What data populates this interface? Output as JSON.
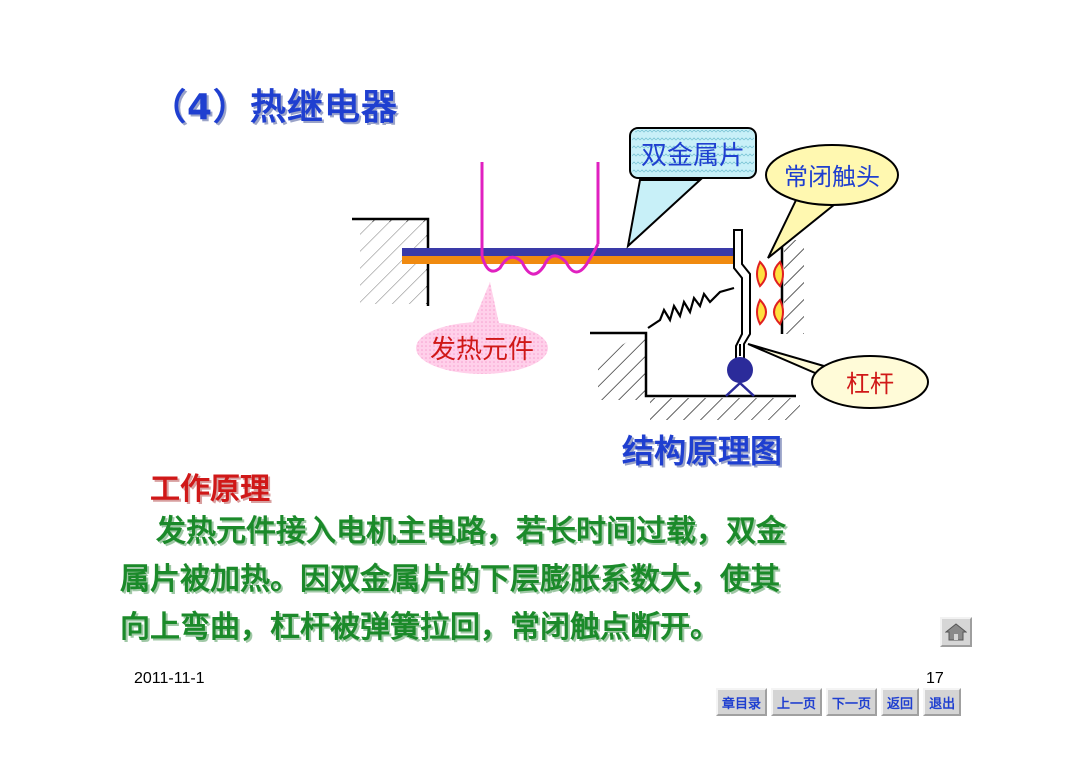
{
  "title": "（4）热继电器",
  "diagram": {
    "labels": {
      "bimetal": "双金属片",
      "nc_contact": "常闭触头",
      "heater": "发热元件",
      "lever": "杠杆"
    },
    "caption": "结构原理图"
  },
  "section_title": "工作原理",
  "body": [
    "发热元件接入电机主电路，若长时间过载，双金",
    "属片被加热。因双金属片的下层膨胀系数大，使其",
    "向上弯曲，杠杆被弹簧拉回，常闭触点断开。"
  ],
  "footer": {
    "date": "2011-11-1",
    "page": "17"
  },
  "nav": {
    "home_icon": "home-icon",
    "buttons": [
      "章目录",
      "上一页",
      "下一页",
      "返回",
      "退出"
    ]
  },
  "colors": {
    "title": "#1f3fd0",
    "section": "#d01818",
    "body": "#1b8a2a",
    "bimetal_top": "#3a3aa8",
    "bimetal_bottom": "#f08a10",
    "heater_wire": "#e020c0"
  }
}
